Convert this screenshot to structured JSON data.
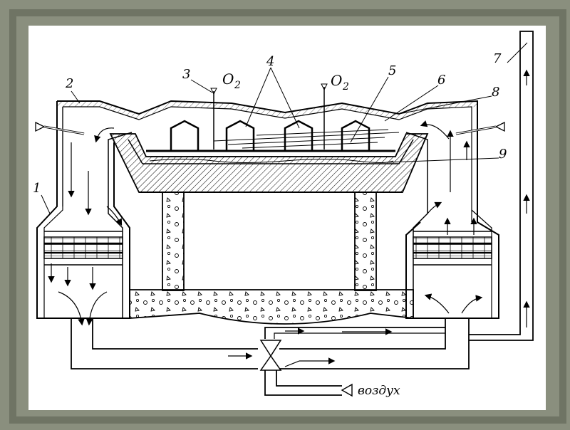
{
  "diagram": {
    "labels": {
      "l1": "1",
      "l2": "2",
      "l3": "3",
      "l4": "4",
      "l5": "5",
      "l6": "6",
      "l7": "7",
      "l8": "8",
      "l9": "9",
      "o2_left": "O",
      "o2_left_sub": "2",
      "o2_right": "O",
      "o2_right_sub": "2",
      "air": "воздух"
    },
    "colors": {
      "background": "#8a8f7e",
      "panel": "#ffffff",
      "ink": "#000000"
    }
  }
}
